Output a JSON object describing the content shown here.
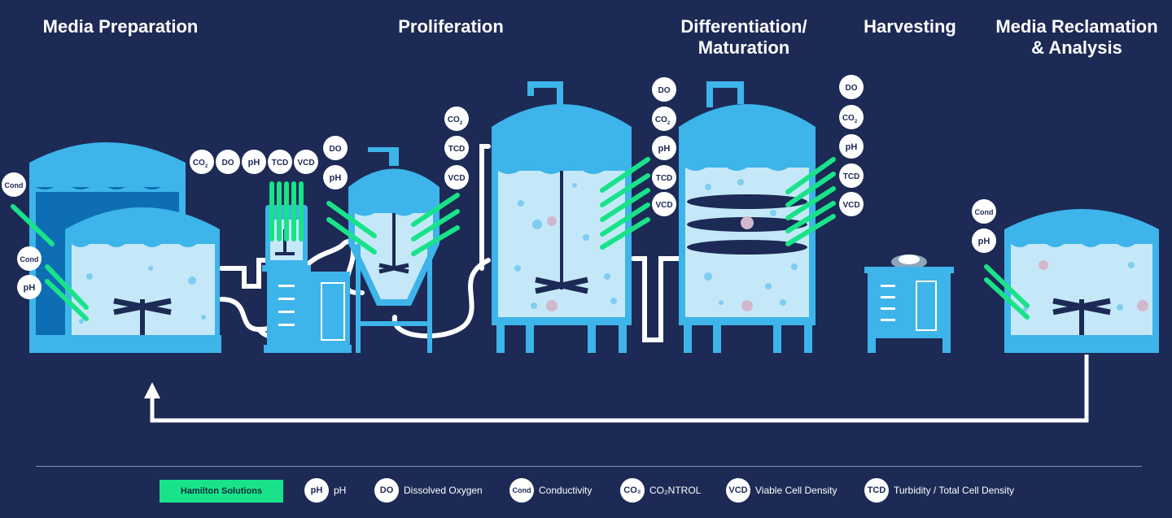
{
  "stages": [
    {
      "id": "media-preparation",
      "title": "Media Preparation"
    },
    {
      "id": "proliferation",
      "title": "Proliferation"
    },
    {
      "id": "differentiation",
      "title": "Differentiation/\nMaturation"
    },
    {
      "id": "harvesting",
      "title": "Harvesting"
    },
    {
      "id": "media-reclamation",
      "title": "Media Reclamation\n& Analysis"
    }
  ],
  "badges": {
    "cond": "Cond",
    "ph": "pH",
    "do": "DO",
    "co2": "CO",
    "co2_sub": "2",
    "tcd": "TCD",
    "vcd": "VCD"
  },
  "legend": {
    "key_label": "Hamilton Solutions",
    "items": [
      {
        "badge": "pH",
        "label": "pH"
      },
      {
        "badge": "DO",
        "label": "Dissolved Oxygen"
      },
      {
        "badge": "Cond",
        "label": "Conductivity"
      },
      {
        "badge": "CO₂",
        "label": "CO₂NTROL"
      },
      {
        "badge": "VCD",
        "label": "Viable Cell Density"
      },
      {
        "badge": "TCD",
        "label": "Turbidity / Total Cell Density"
      }
    ]
  },
  "colors": {
    "background": "#1c2a55",
    "vessel_blue": "#3db4ea",
    "vessel_dark": "#0d6eb3",
    "liquid": "#c5e8f8",
    "sensor_green": "#19e38a",
    "pipe": "#ffffff",
    "impeller": "#1c2a55"
  }
}
